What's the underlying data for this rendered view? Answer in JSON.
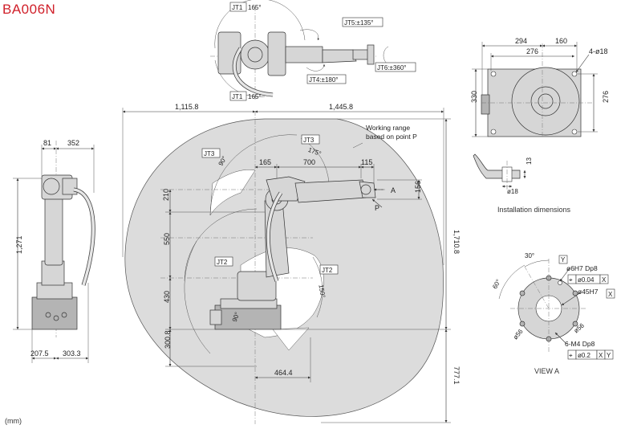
{
  "title": "BA006N",
  "unit": "(mm)",
  "top_view": {
    "jt1_top": "JT1",
    "jt1_top_value": "165°",
    "jt1_bottom": "JT1",
    "jt1_bottom_value": "165°",
    "jt5": "JT5:±135°",
    "jt4": "JT4:±180°",
    "jt6": "JT6:±360°"
  },
  "side_view": {
    "width_left": "1,115.8",
    "width_right": "1,445.8",
    "working_range_line1": "Working range",
    "working_range_line2": "based on point P",
    "jt3_left": "JT3",
    "jt3_left_angle": "90°",
    "jt3_right": "JT3",
    "jt3_right_angle": "175°",
    "dim_165": "165",
    "dim_700": "700",
    "dim_115": "115",
    "dim_156": "156",
    "label_a": "A",
    "label_p": "P",
    "dim_210": "210",
    "dim_550": "550",
    "dim_430": "430",
    "dim_300_8": "300.8",
    "jt2_left": "JT2",
    "jt2_left_angle": "90°",
    "jt2_right": "JT2",
    "jt2_right_angle": "150°",
    "dim_464_4": "464.4",
    "dim_1710_8": "1,710.8",
    "dim_777_1": "777.1"
  },
  "front_view": {
    "dim_81": "81",
    "dim_352": "352",
    "dim_1271": "1,271",
    "dim_207_5": "207.5",
    "dim_303_3": "303.3"
  },
  "installation": {
    "dim_294": "294",
    "dim_160": "160",
    "dim_276_top": "276",
    "holes": "4-ø18",
    "dim_330": "330",
    "dim_276_side": "276",
    "dim_13": "13",
    "dim_18": "ø18",
    "caption": "Installation dimensions"
  },
  "view_a": {
    "angle_30": "30°",
    "angle_60": "60°",
    "datum_y": "Y",
    "hole_6h7": "ø6H7 Dp8",
    "tol_1_sym": "⌖",
    "tol_1_val": "ø0.04",
    "tol_1_ref": "X",
    "bore_45h7": "ø45H7",
    "datum_x": "X",
    "dia_56_left": "ø56",
    "dia_56_right": "ø56",
    "tap": "6-M4 Dp8",
    "tol_2_sym": "⌖",
    "tol_2_val": "ø0.2",
    "tol_2_ref1": "X",
    "tol_2_ref2": "Y",
    "caption": "VIEW  A"
  },
  "colors": {
    "title": "#d0202a",
    "range_fill": "#dcdcdc"
  }
}
